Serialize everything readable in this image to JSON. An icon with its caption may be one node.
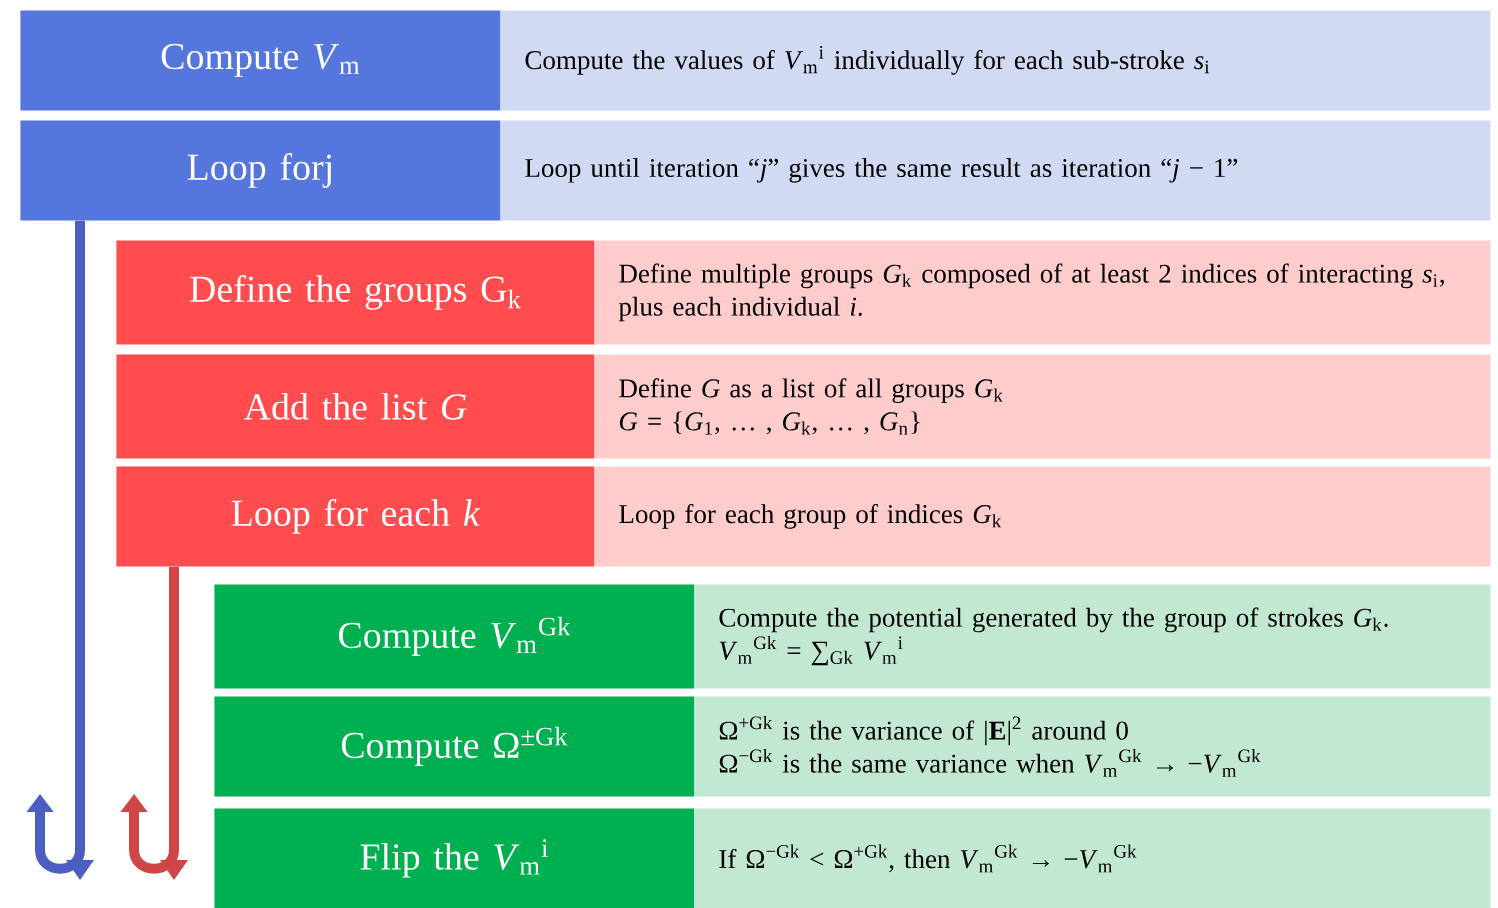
{
  "diagram": {
    "nodes": [
      {
        "text": [
          "Compute *V*$_{m}$"
        ]
      },
      {
        "text": [
          "Compute the values of *V*$_{m}$$^{i}$ individually for each sub-stroke *s*$_{i}$"
        ]
      },
      {
        "text": [
          "Loop forj"
        ]
      },
      {
        "text": [
          "Loop until iteration “*j*” gives the same result as iteration “*j* − 1”"
        ]
      },
      {
        "text": [
          "Define the groups G$_{k}$"
        ]
      },
      {
        "text": [
          "Define multiple groups *G*$_{k}$ composed of at least 2 indices of interacting *s*$_{i}$, plus each individual *i*."
        ]
      },
      {
        "text": [
          "Add the list *G*"
        ]
      },
      {
        "text": [
          "Define *G* as a list of all groups *G*$_{k}$",
          "*G* = {*G*$_{1}$, … , *G*$_{k}$, … , *G*$_{n}$}"
        ]
      },
      {
        "text": [
          "Loop for each *k*"
        ]
      },
      {
        "text": [
          "Loop for each group of indices *G*$_{k}$"
        ]
      },
      {
        "text": [
          "Compute *V*$_{m}$$^{Gk}$"
        ]
      },
      {
        "text": [
          "Compute the potential generated by the group of strokes *G*$_{k}$.",
          "*V*$_{m}$$^{Gk}$ = ∑$_{Gk}$ *V*$_{m}$$^{i}$"
        ]
      },
      {
        "text": [
          "Compute Ω$^{±Gk}$"
        ]
      },
      {
        "text": [
          "Ω$^{+Gk}$ is the variance of |**E**|$^{2}$ around 0",
          "Ω$^{−Gk}$ is the same variance when *V*$_{m}$$^{Gk}$ → −*V*$_{m}$$^{Gk}$"
        ]
      },
      {
        "text": [
          "Flip the *V*$_{m}$$^{i}$"
        ]
      },
      {
        "text": [
          "If Ω$^{−Gk}$ < Ω$^{+Gk}$, then *V*$_{m}$$^{Gk}$ → −*V*$_{m}$$^{Gk}$"
        ]
      }
    ],
    "edges": [
      {
        "from": 2,
        "to": null,
        "arrow": "to",
        "color": "#4a5fc1"
      },
      {
        "from": 8,
        "to": null,
        "arrow": "to",
        "color": "#d04545"
      }
    ]
  }
}
